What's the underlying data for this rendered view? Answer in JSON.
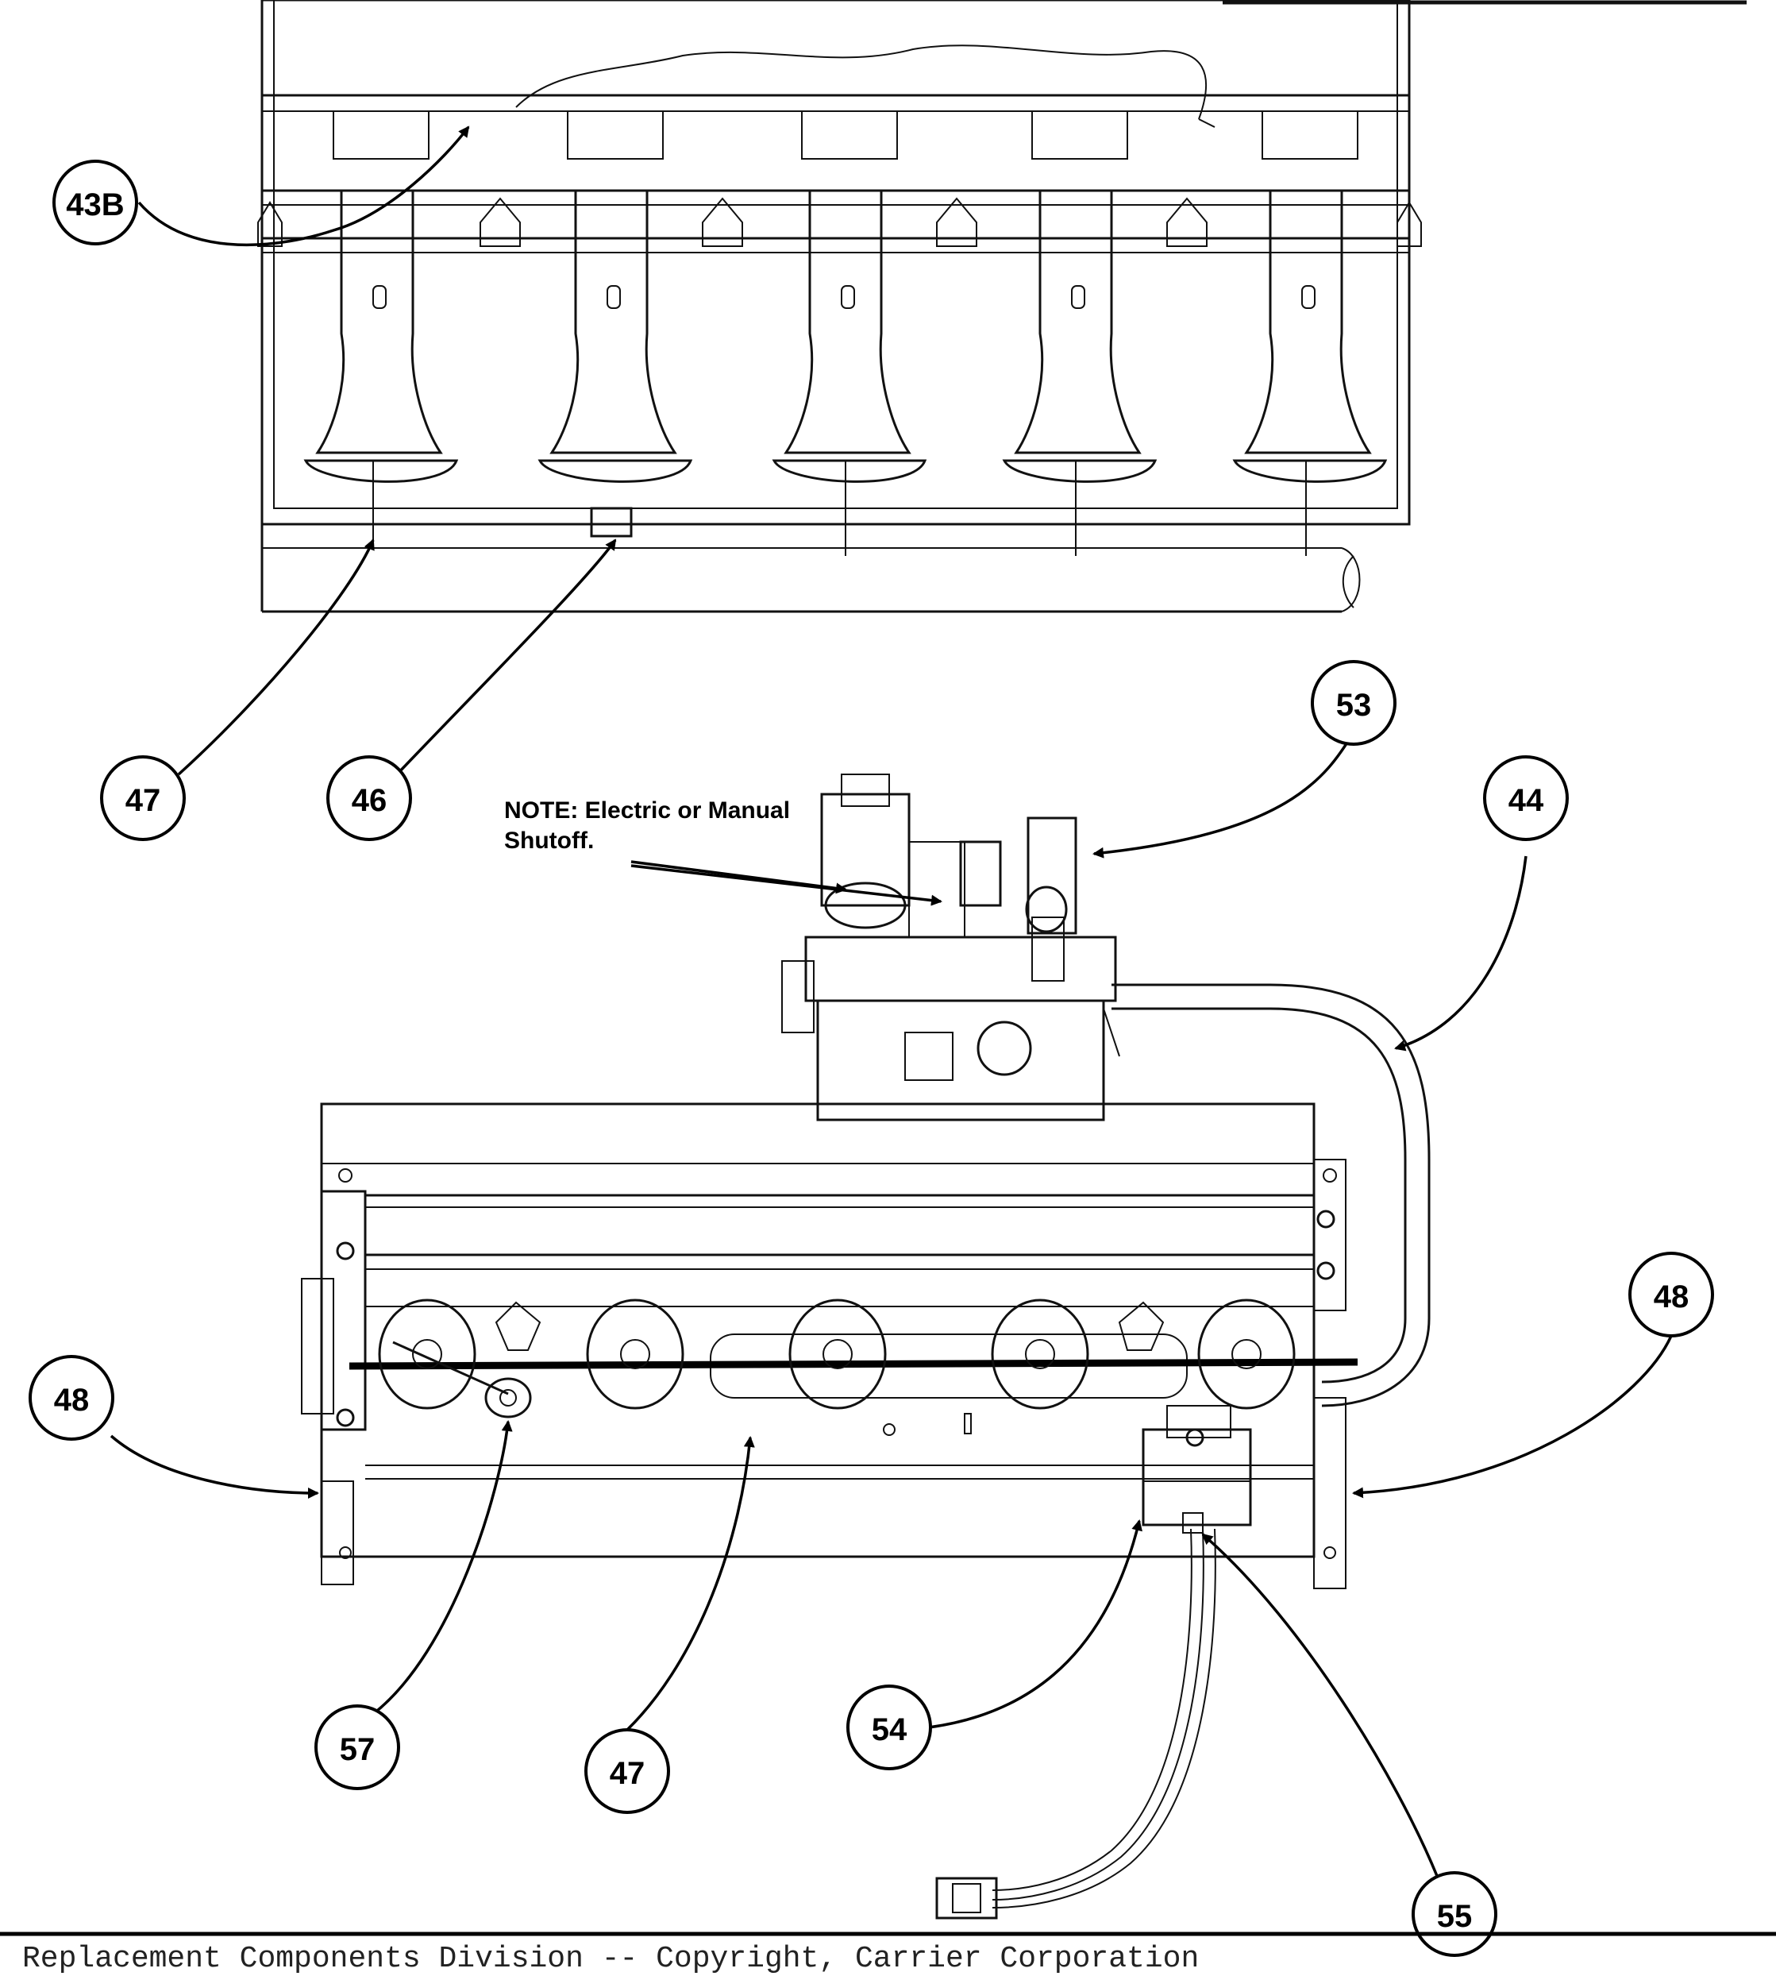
{
  "callouts": {
    "c43b": "43B",
    "c47_top": "47",
    "c46": "46",
    "c53": "53",
    "c44": "44",
    "c48_left": "48",
    "c48_right": "48",
    "c57": "57",
    "c47_bottom": "47",
    "c54": "54",
    "c55": "55"
  },
  "note": {
    "line1": "NOTE: Electric or Manual",
    "line2": "Shutoff."
  },
  "footer": {
    "text": "Replacement Components Division -- Copyright, Carrier Corporation"
  }
}
